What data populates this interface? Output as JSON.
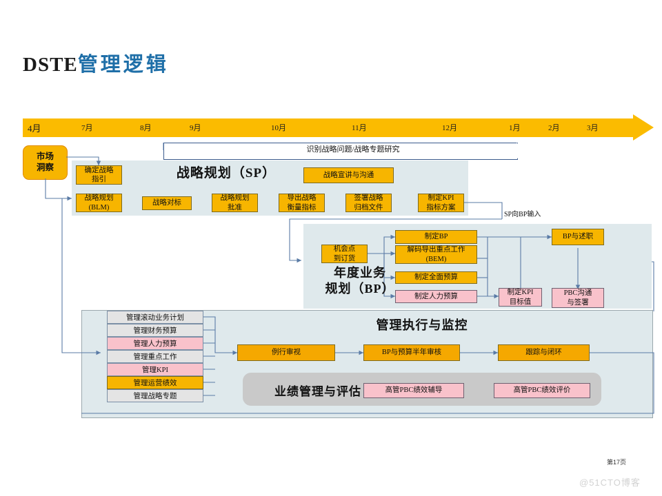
{
  "slide": {
    "title_latin": "DSTE",
    "title_cjk": "管理逻辑",
    "page_number": "第17页",
    "watermark": "@51CTO博客"
  },
  "timeline": {
    "months": [
      "4月",
      "7月",
      "8月",
      "9月",
      "10月",
      "11月",
      "12月",
      "1月",
      "2月",
      "3月"
    ]
  },
  "insight": {
    "line1": "市场",
    "line2": "洞察"
  },
  "banner": {
    "text": "识别战略问题/战略专题研究"
  },
  "sp": {
    "title": "战略规划（SP）",
    "boxes": [
      {
        "label": "确定战略\n指引"
      },
      {
        "label": "战略宣讲与沟通"
      },
      {
        "label": "战略规划\n(BLM)"
      },
      {
        "label": "战略对标"
      },
      {
        "label": "战略规划\n批准"
      },
      {
        "label": "导出战略\n衡量指标"
      },
      {
        "label": "签署战略\n归档文件"
      },
      {
        "label": "制定KPI\n指标方案"
      }
    ],
    "connector_label": "SP向BP输入"
  },
  "bp": {
    "title": "年度业务\n规划（BP）",
    "boxes": [
      {
        "label": "机会点\n到订货"
      },
      {
        "label": "制定BP"
      },
      {
        "label": "解码导出重点工作\n(BEM)"
      },
      {
        "label": "制定全面预算"
      },
      {
        "label": "制定人力预算"
      },
      {
        "label": "制定KPI\n目标值"
      },
      {
        "label": "BP与述职"
      },
      {
        "label": "PBC沟通\n与签署"
      }
    ]
  },
  "exec": {
    "title": "管理执行与监控",
    "list": [
      {
        "label": "管理滚动业务计划"
      },
      {
        "label": "管理财务预算"
      },
      {
        "label": "管理人力预算"
      },
      {
        "label": "管理重点工作"
      },
      {
        "label": "管理KPI"
      },
      {
        "label": "管理运营绩效"
      },
      {
        "label": "管理战略专题"
      }
    ],
    "boxes": [
      {
        "label": "例行审视"
      },
      {
        "label": "BP与预算半年审核"
      },
      {
        "label": "跟踪与闭环"
      }
    ]
  },
  "performance": {
    "title": "业绩管理与评估",
    "boxes": [
      {
        "label": "高管PBC绩效辅导"
      },
      {
        "label": "高管PBC绩效评价"
      }
    ]
  },
  "colors": {
    "gold": "#F7B500",
    "pink": "#F9C2CB",
    "gray": "#E2E2E2",
    "panel": "#DFE9EC",
    "line": "#5a7ba6",
    "title_accent": "#1f6fa8"
  }
}
